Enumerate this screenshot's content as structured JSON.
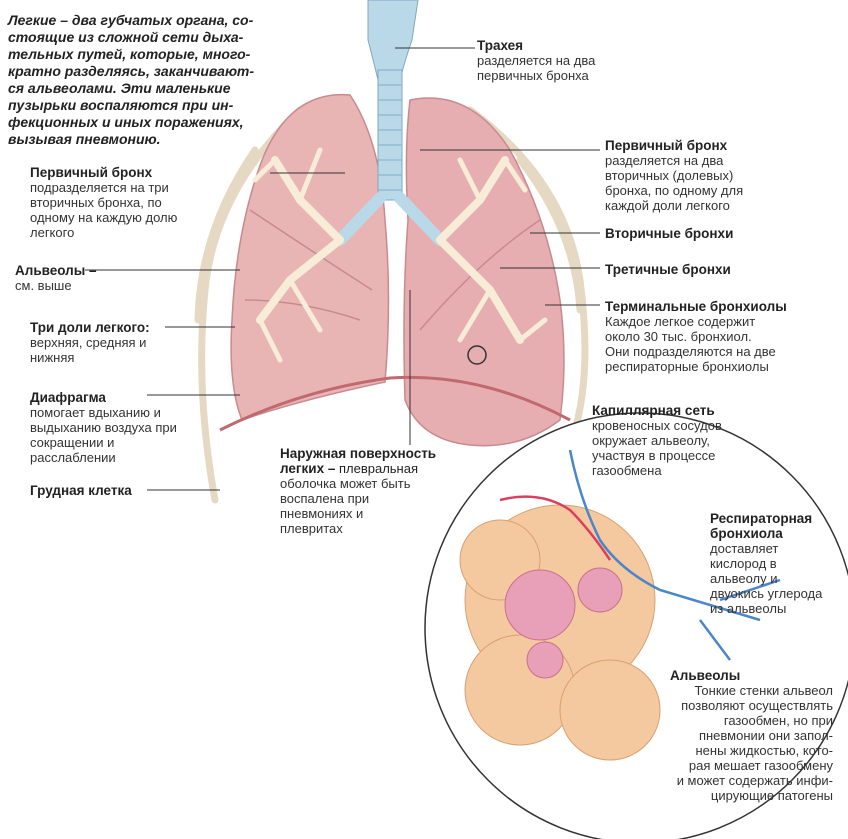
{
  "intro": "Легкие – два губчатых органа, со-\nстоящие из сложной сети дыха-\nтельных путей, которые, много-\nкратно разделяясь, заканчивают-\nся альвеолами. Эти маленькие\nпузырьки воспаляются при ин-\nфекционных и иных поражениях,\nвызывая пневмонию.",
  "labels": {
    "trachea": {
      "title": "Трахея",
      "desc": "разделяется на два\nпервичных бронха"
    },
    "primary_left": {
      "title": "Первичный бронх",
      "desc": "подразделяется на три\nвторичных бронха, по\nодному на каждую долю\nлегкого"
    },
    "primary_right": {
      "title": "Первичный бронх",
      "desc": "разделяется на два\nвторичных (долевых)\nбронха, по одному для\nкаждой доли легкого"
    },
    "secondary": {
      "title": "Вторичные бронхи"
    },
    "tertiary": {
      "title": "Третичные бронхи"
    },
    "terminal": {
      "title": "Терминальные бронхиолы",
      "desc": "Каждое легкое содержит\nоколо 30 тыс. бронхиол.\nОни подразделяются на две\nреспираторные бронхиолы"
    },
    "alveoli_main": {
      "title": "Альвеолы –",
      "desc": "см. выше"
    },
    "three_lobes": {
      "title": "Три доли легкого:",
      "desc": "верхняя, средняя и\nнижняя"
    },
    "diaphragm": {
      "title": "Диафрагма",
      "desc": "помогает вдыханию и\nвыдыханию воздуха при\nсокращении и\nрасслаблении"
    },
    "rib_cage": {
      "title": "Грудная клетка"
    },
    "outer_surface": {
      "title": "Наружная поверхность",
      "title2": "легких –",
      "desc_inline": " плевральная",
      "desc": "оболочка может быть\nвоспалена при\nпневмониях и\nплевритах"
    },
    "capillary": {
      "title": "Капиллярная сеть",
      "desc": "кровеносных сосудов\nокружает альвеолу,\nучаствуя в процессе\nгазообмена"
    },
    "resp_bronchiole": {
      "title": "Респираторная\nбронхиола",
      "desc": "доставляет\nкислород в\nальвеолу и\nдвуокись углерода\nиз альвеолы"
    },
    "alveoli_detail": {
      "title": "Альвеолы",
      "desc": "Тонкие стенки альвеол\nпозволяют осуществлять\nгазообмен, но при\nпневмонии они запол-\nнены жидкостью, кото-\nрая мешает газообмену\nи может содержать инфи-\nцирующие патогены"
    }
  },
  "colors": {
    "lung": "#e9b4b4",
    "lung_dark": "#d98f93",
    "airway": "#f6ecd8",
    "trachea": "#b9d9e8",
    "alveolus": "#f5c9a0",
    "capillary_red": "#d94060",
    "capillary_blue": "#4a86c8",
    "alveolus_inner": "#e8a0b8"
  }
}
